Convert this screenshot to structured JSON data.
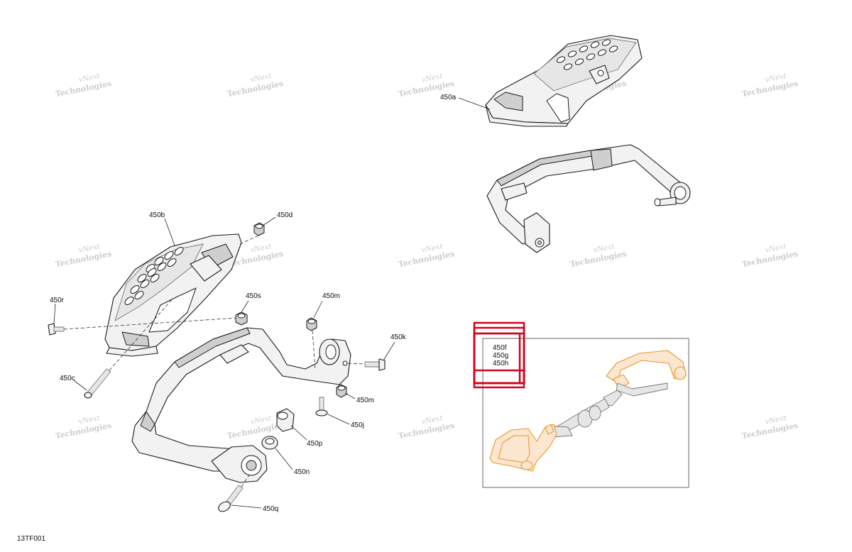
{
  "watermark": {
    "line1": "vNext",
    "line2": "Technologies"
  },
  "callouts": {
    "450a": "450a",
    "450b": "450b",
    "450c": "450c",
    "450d": "450d",
    "450j": "450j",
    "450k": "450k",
    "450m_top": "450m",
    "450m_bottom": "450m",
    "450n": "450n",
    "450p": "450p",
    "450q": "450q",
    "450r": "450r",
    "450s": "450s"
  },
  "inset": {
    "labels": [
      "450f",
      "450g",
      "450h"
    ]
  },
  "diagram_code": "13TF001",
  "colors": {
    "highlight": "#d0021b",
    "orange": "#e8962e"
  }
}
